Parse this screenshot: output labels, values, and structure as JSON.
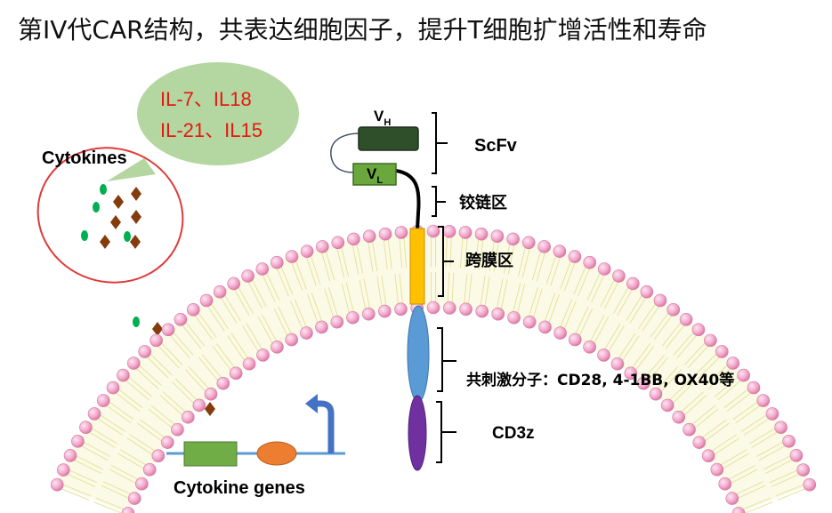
{
  "title": "第IV代CAR结构，共表达细胞因子，提升T细胞扩增活性和寿命",
  "bubble": {
    "line1": "IL-7、IL18",
    "line2": "IL-21、IL15"
  },
  "cytokines_label": "Cytokines",
  "cytokine_genes_label": "Cytokine genes",
  "domains": {
    "vh": "V",
    "vh_sub": "H",
    "vl": "V",
    "vl_sub": "L"
  },
  "regions": {
    "scfv": "ScFv",
    "hinge": "铰链区",
    "transmembrane": "跨膜区",
    "costim": "共刺激分子：CD28, 4-1BB, OX40等",
    "cd3z": "CD3z"
  },
  "colors": {
    "vh_fill": "#2f4f2a",
    "vl_fill": "#6aa83e",
    "tm_fill": "#ffc000",
    "costim_fill": "#5b9bd5",
    "cd3z_fill": "#7030a0",
    "bubble_fill": "#b4d6a1",
    "circle_stroke": "#e03a3a",
    "dot_green": "#00b050",
    "diamond_brown": "#843c0c",
    "lipid_head": "#f2a8cc",
    "promoter_arrow": "#4472c4",
    "gene_box": "#70ad47",
    "gene_oval": "#ed7d31",
    "dna_line": "#5b9bd5"
  }
}
